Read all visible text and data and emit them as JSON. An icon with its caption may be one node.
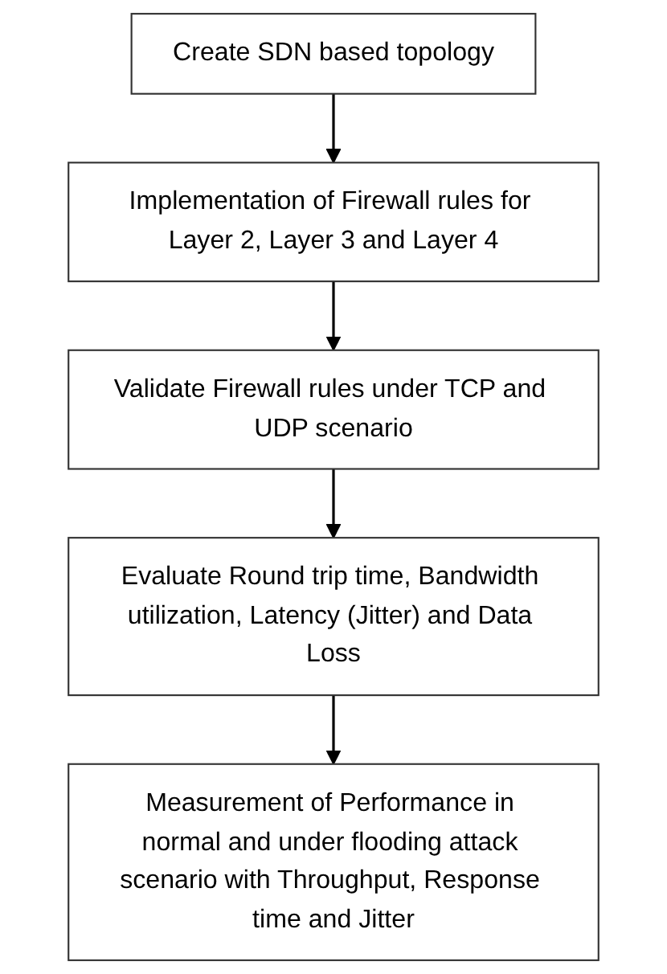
{
  "diagram": {
    "nodes": [
      {
        "text": [
          "Create SDN based topology"
        ]
      },
      {
        "text": [
          "Implementation of Firewall rules for Layer 2, Layer 3 and Layer 4"
        ]
      },
      {
        "text": [
          "Validate Firewall rules under TCP and UDP scenario"
        ]
      },
      {
        "text": [
          "Evaluate Round trip time, Bandwidth utilization, Latency (Jitter) and Data Loss"
        ]
      },
      {
        "text": [
          "Measurement of Performance in normal and under flooding attack scenario with Throughput, Response time and Jitter"
        ]
      }
    ],
    "edges": [
      {
        "from": 0,
        "to": 1,
        "arrow": "to"
      },
      {
        "from": 1,
        "to": 2,
        "arrow": "to"
      },
      {
        "from": 2,
        "to": 3,
        "arrow": "to"
      },
      {
        "from": 3,
        "to": 4,
        "arrow": "to"
      }
    ]
  }
}
